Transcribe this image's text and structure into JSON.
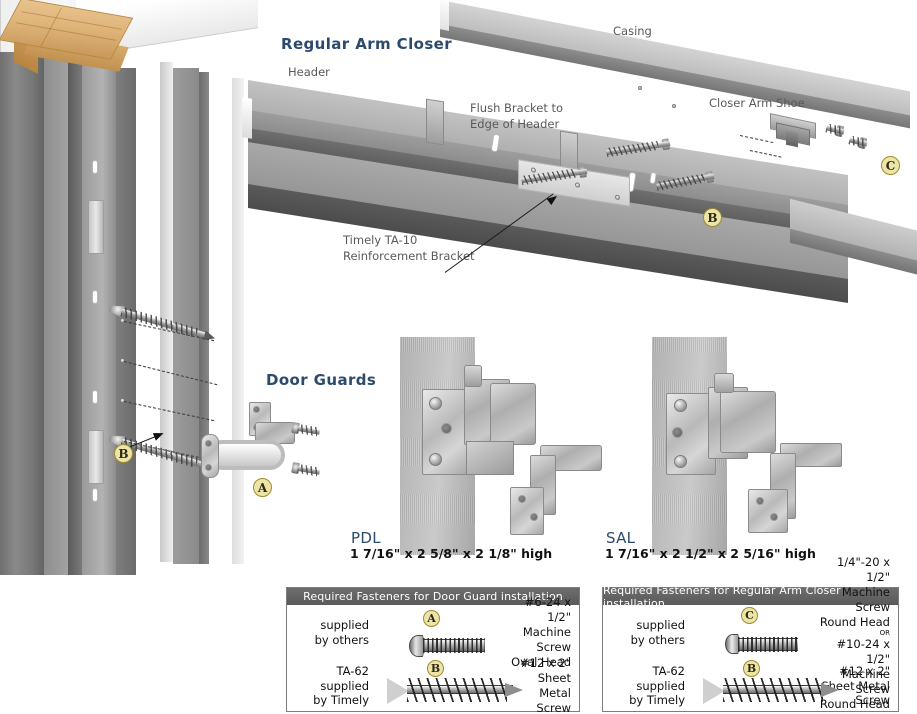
{
  "illustration": {
    "headings": {
      "regular_arm_closer": "Regular Arm Closer",
      "door_guards": "Door Guards"
    },
    "callouts": {
      "header": "Header",
      "casing": "Casing",
      "flush_bracket": "Flush Bracket to\nEdge of Header",
      "closer_arm_shoe": "Closer Arm Shoe",
      "reinforcement_bracket": "Timely TA-10\nReinforcement Bracket"
    },
    "markers": {
      "a": "A",
      "b": "B",
      "c": "C"
    },
    "products": [
      {
        "name": "PDL",
        "dimensions": "1 7/16\" x 2 5/8\" x 2 1/8\" high"
      },
      {
        "name": "SAL",
        "dimensions": "1 7/16\" x 2 1/2\" x 2 5/16\" high"
      }
    ]
  },
  "tables": [
    {
      "title": "Required Fasteners for Door Guard installation",
      "rows": [
        {
          "supplied_by": "supplied\nby others",
          "marker": "A",
          "fastener_type": "machine-screw-oval-head",
          "description": "#6-24 x 1/2\" Machine Screw\nOval Head",
          "or_note": ""
        },
        {
          "supplied_by": "TA-62\nsupplied\nby Timely",
          "marker": "B",
          "fastener_type": "sheet-metal-screw",
          "description": "#12 x 2\"\nSheet Metal\nScrew",
          "or_note": ""
        }
      ]
    },
    {
      "title": "Required Fasteners for Regular Arm Closer installation",
      "rows": [
        {
          "supplied_by": "supplied\nby others",
          "marker": "C",
          "fastener_type": "machine-screw-round-head",
          "description": "1/4\"-20 x 1/2\" Machine Screw\nRound Head",
          "or_note": "OR",
          "description2": "#10-24 x 1/2\" Machine Screw\nRound Head"
        },
        {
          "supplied_by": "TA-62\nsupplied\nby Timely",
          "marker": "B",
          "fastener_type": "sheet-metal-screw",
          "description": "#12 x 2\"\nSheet Metal\nScrew",
          "or_note": ""
        }
      ]
    }
  ],
  "colors": {
    "heading_blue": "#2c4a6b",
    "label_gray": "#5a5a5a",
    "marker_fill": "#ece4a8",
    "marker_border": "#a08b2a",
    "table_header_bg": "#5f5f5f",
    "metal_light": "#cfcfcf",
    "metal_dark": "#6f6f6f",
    "wood": "#dfb478"
  }
}
